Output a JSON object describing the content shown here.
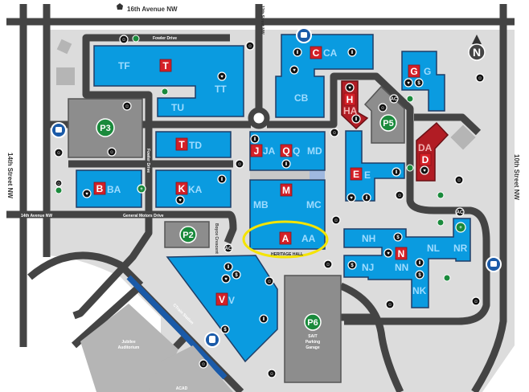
{
  "map": {
    "streets": {
      "north": "16th Avenue NW",
      "west": "14th Street NW",
      "east": "10th Street NW",
      "twelfth": "12th Street NW",
      "fowler_top": "Fowler Drive",
      "fowler_side": "Fowler Drive",
      "fourteenth_ave": "14th Avenue NW",
      "general_motors": "General Motors Drive",
      "boyce": "Boyce Crescent",
      "ctrain": "CTrain Station"
    },
    "badges": {
      "T1": "T",
      "T2": "T",
      "C": "C",
      "G": "G",
      "H": "H",
      "J": "J",
      "Q": "Q",
      "M": "M",
      "E": "E",
      "D": "D",
      "B": "B",
      "K": "K",
      "A": "A",
      "N": "N",
      "V": "V"
    },
    "codes": {
      "TF": "TF",
      "TT": "TT",
      "TU": "TU",
      "TD": "TD",
      "CA": "CA",
      "CB": "CB",
      "G": "G",
      "HA": "HA",
      "JA": "JA",
      "Q": "Q",
      "MD": "MD",
      "MB": "MB",
      "MC": "MC",
      "E": "E",
      "DA": "DA",
      "BA": "BA",
      "KA": "KA",
      "AA": "AA",
      "NH": "NH",
      "NL": "NL",
      "NR": "NR",
      "NJ": "NJ",
      "NN": "NN",
      "NK": "NK",
      "V": "V"
    },
    "parking": {
      "P2": "P2",
      "P3": "P3",
      "P5": "P5",
      "P6": "P6"
    },
    "labels": {
      "heritage_hall": "HERITAGE HALL",
      "garage_1": "SAIT",
      "garage_2": "Parking",
      "garage_3": "Garage",
      "jubilee_1": "Jubilee",
      "jubilee_2": "Auditorium",
      "acad": "ACAD",
      "north": "N"
    },
    "highlight_color": "#f5e400",
    "building_color": "#0a9be0",
    "badge_color": "#d42027"
  }
}
